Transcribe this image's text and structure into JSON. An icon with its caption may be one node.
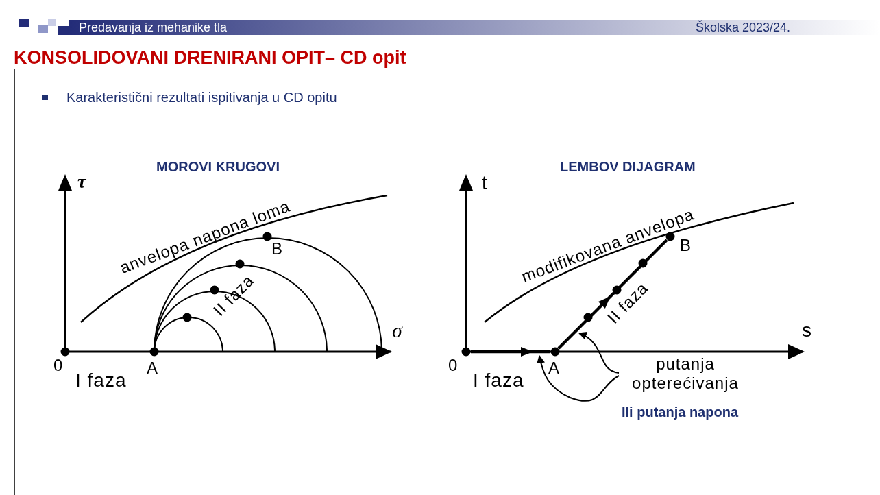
{
  "diagram": {
    "title": "KONSOLIDOVANI DRENIRANI OPIT– CD opit",
    "nodes": [
      {
        "text": [],
        "shape": "line"
      },
      {
        "text": [],
        "shape": "line"
      },
      {
        "text": [
          "putanja opterećivanja"
        ]
      }
    ],
    "edges": [
      {
        "from": 2,
        "to": 1,
        "arrow": "to"
      },
      {
        "from": 2,
        "to": 0,
        "arrow": "to"
      }
    ],
    "labels": [
      "Predavanja iz mehanike tla",
      "Školska 2023/24.",
      "Karakteristični rezultati ispitivanja u CD opitu",
      "MOROVI KRUGOVI",
      "LEMBOV DIJAGRAM",
      "τ",
      "t",
      "anvelopa napona loma",
      "modifikovana anvelopa",
      "B",
      "B",
      "II faza",
      "II faza",
      "σ",
      "s",
      "0",
      "A",
      "0",
      "A",
      "I faza",
      "I faza",
      "Ili putanja napona"
    ]
  }
}
